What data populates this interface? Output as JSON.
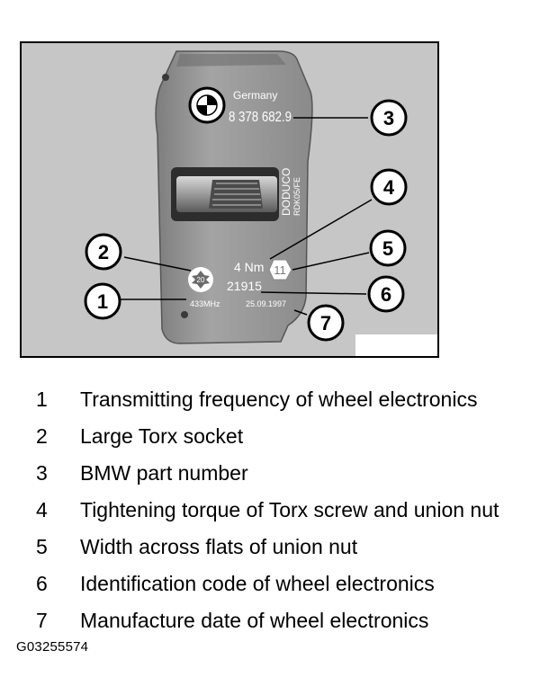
{
  "sensor": {
    "country": "Germany",
    "part_number": "8 378 682.9",
    "maker_line1": "DODUCO",
    "maker_line2": "RDK05/FE",
    "torque": "4 Nm",
    "torx_size": "20",
    "flats_size": "11",
    "id_code": "21915",
    "frequency": "433MHz",
    "date": "25.09.1997"
  },
  "callouts": [
    "1",
    "2",
    "3",
    "4",
    "5",
    "6",
    "7"
  ],
  "legend": [
    {
      "num": "1",
      "text": "Transmitting frequency of wheel electronics"
    },
    {
      "num": "2",
      "text": "Large Torx socket"
    },
    {
      "num": "3",
      "text": "BMW part number"
    },
    {
      "num": "4",
      "text": "Tightening torque of Torx screw and union nut"
    },
    {
      "num": "5",
      "text": "Width across flats of union nut"
    },
    {
      "num": "6",
      "text": "Identification code of wheel electronics"
    },
    {
      "num": "7",
      "text": "Manufacture date of wheel electronics"
    }
  ],
  "figure_code": "G03255574"
}
